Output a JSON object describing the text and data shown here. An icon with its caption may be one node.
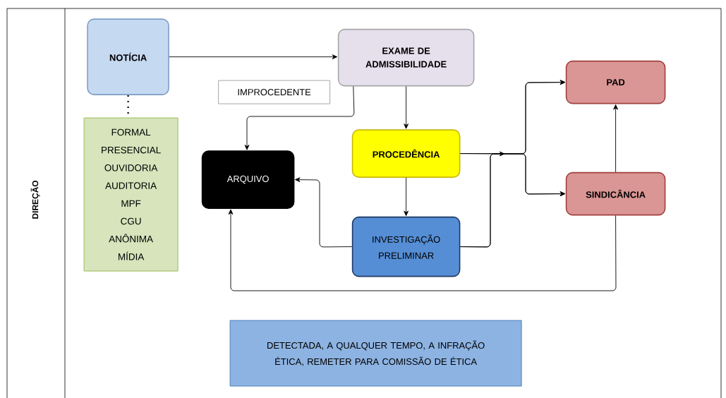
{
  "diagram": {
    "nodes": [
      {
        "text": [
          "DIREÇÃO"
        ]
      },
      {
        "text": [
          "NOTÍCIA"
        ],
        "in": 0
      },
      {
        "text": [
          "EXAME DE ADMISSIBILIDADE"
        ],
        "in": 0
      },
      {
        "text": [
          "IMPROCEDENTE"
        ],
        "in": 0
      },
      {
        "text": [
          "PAD"
        ],
        "in": 0
      },
      {
        "text": [
          "ARQUIVO"
        ],
        "in": 0
      },
      {
        "text": [
          "PROCEDÊNCIA"
        ],
        "in": 0
      },
      {
        "text": [
          "SINDICÂNCIA"
        ],
        "in": 0
      },
      {
        "text": [
          "FORMAL",
          "PRESENCIAL",
          "OUVIDORIA",
          "AUDITORIA",
          "MPF",
          "CGU",
          "ANÔNIMA",
          "MÍDIA"
        ],
        "in": 0
      },
      {
        "text": [
          "INVESTIGAÇÃO PRELIMINAR"
        ],
        "in": 0
      },
      {
        "text": [
          "DETECTADA, A QUALQUER TEMPO, A INFRAÇÃO ÉTICA, REMETER PARA COMISSÃO DE ÉTICA"
        ],
        "in": 0
      }
    ],
    "edges": [
      {
        "from": 1,
        "to": 2,
        "arrow": "to"
      },
      {
        "from": 2,
        "to": 5,
        "arrow": "to"
      },
      {
        "from": 2,
        "to": 6,
        "arrow": "to"
      },
      {
        "from": 6,
        "to": 9,
        "arrow": "to"
      },
      {
        "from": 6,
        "to": 4,
        "arrow": "to"
      },
      {
        "from": 6,
        "to": 7,
        "arrow": "to"
      },
      {
        "from": 9,
        "to": 5,
        "arrow": "to"
      },
      {
        "from": 9,
        "to": 4,
        "arrow": "to"
      },
      {
        "from": 9,
        "to": 7,
        "arrow": "to"
      },
      {
        "from": 7,
        "to": 4,
        "arrow": "to"
      },
      {
        "from": 7,
        "to": 5,
        "arrow": "to"
      },
      {
        "from": 1,
        "to": 8,
        "arrow": "none",
        "style": "dashed"
      }
    ]
  }
}
